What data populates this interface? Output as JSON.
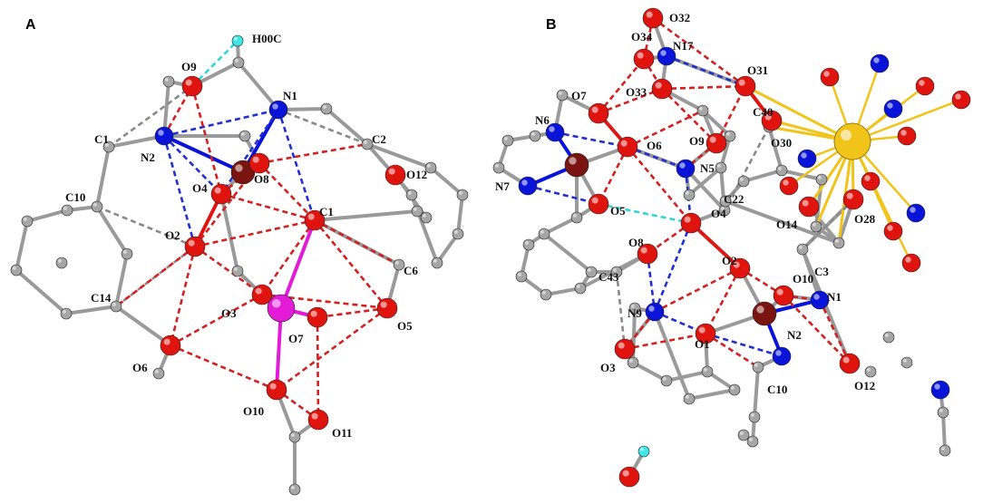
{
  "colors": {
    "carbon": "#a6a6a6",
    "nitrogen": "#0a14d8",
    "oxygen": "#e0140f",
    "metal": "#7a1410",
    "phosphorus": "#e21bd6",
    "hydrogen": "#3ee7e7",
    "gold": "#f0c419",
    "bond_gray": "#9a9a9a",
    "hb_red": "#d32020",
    "hb_blue": "#2230d0",
    "hb_gray": "#8a8a8a",
    "hb_cyan": "#30d6d6"
  },
  "panels": [
    {
      "label": "A",
      "atoms": [
        {
          "el": "H",
          "label": "H00C"
        },
        {
          "el": "C",
          "label": ""
        },
        {
          "el": "O",
          "label": "O9"
        },
        {
          "el": "N",
          "label": "N1"
        },
        {
          "el": "N",
          "label": "N2"
        },
        {
          "el": "C",
          "label": "C1"
        },
        {
          "el": "C",
          "label": "C2"
        },
        {
          "el": "C",
          "label": "C10"
        },
        {
          "el": "M",
          "label": ""
        },
        {
          "el": "O",
          "label": "O8"
        },
        {
          "el": "O",
          "label": "O4"
        },
        {
          "el": "O",
          "label": "O12"
        },
        {
          "el": "O",
          "label": "O2"
        },
        {
          "el": "O",
          "label": "C1"
        },
        {
          "el": "C",
          "label": "C6"
        },
        {
          "el": "C",
          "label": "C14"
        },
        {
          "el": "O",
          "label": "O3"
        },
        {
          "el": "P",
          "label": ""
        },
        {
          "el": "O",
          "label": "O7"
        },
        {
          "el": "O",
          "label": "O5"
        },
        {
          "el": "O",
          "label": "O6"
        },
        {
          "el": "O",
          "label": "O10"
        },
        {
          "el": "O",
          "label": "O11"
        },
        {
          "el": "C",
          "label": ""
        },
        {
          "el": "C",
          "label": ""
        },
        {
          "el": "C",
          "label": ""
        },
        {
          "el": "C",
          "label": ""
        },
        {
          "el": "C",
          "label": ""
        },
        {
          "el": "C",
          "label": ""
        },
        {
          "el": "C",
          "label": ""
        },
        {
          "el": "C",
          "label": ""
        },
        {
          "el": "C",
          "label": ""
        },
        {
          "el": "C",
          "label": ""
        },
        {
          "el": "C",
          "label": ""
        },
        {
          "el": "C",
          "label": ""
        },
        {
          "el": "C",
          "label": ""
        },
        {
          "el": "C",
          "label": ""
        },
        {
          "el": "C",
          "label": ""
        },
        {
          "el": "C",
          "label": ""
        },
        {
          "el": "C",
          "label": ""
        },
        {
          "el": "C",
          "label": ""
        },
        {
          "el": "C",
          "label": ""
        },
        {
          "el": "C",
          "label": ""
        }
      ]
    },
    {
      "label": "B",
      "atoms": [
        {
          "el": "O",
          "label": "O32"
        },
        {
          "el": "N",
          "label": "N17"
        },
        {
          "el": "O",
          "label": "O34"
        },
        {
          "el": "O",
          "label": "O31"
        },
        {
          "el": "O",
          "label": "O33"
        },
        {
          "el": "O",
          "label": "O7"
        },
        {
          "el": "N",
          "label": "N6"
        },
        {
          "el": "M",
          "label": ""
        },
        {
          "el": "O",
          "label": "O6"
        },
        {
          "el": "N",
          "label": "N5"
        },
        {
          "el": "O",
          "label": "O9"
        },
        {
          "el": "C",
          "label": "C40"
        },
        {
          "el": "O",
          "label": "O30"
        },
        {
          "el": "N",
          "label": "N7"
        },
        {
          "el": "O",
          "label": "O5"
        },
        {
          "el": "C",
          "label": "C22"
        },
        {
          "el": "O",
          "label": "O4"
        },
        {
          "el": "O",
          "label": "O8"
        },
        {
          "el": "O",
          "label": "O14"
        },
        {
          "el": "O",
          "label": "O28"
        },
        {
          "el": "C",
          "label": "C43"
        },
        {
          "el": "O",
          "label": "O2"
        },
        {
          "el": "O",
          "label": "O10"
        },
        {
          "el": "C",
          "label": "C3"
        },
        {
          "el": "N",
          "label": "N1"
        },
        {
          "el": "N",
          "label": "N9"
        },
        {
          "el": "M",
          "label": ""
        },
        {
          "el": "O",
          "label": "O1"
        },
        {
          "el": "N",
          "label": "N2"
        },
        {
          "el": "O",
          "label": "O3"
        },
        {
          "el": "C",
          "label": "C10"
        },
        {
          "el": "O",
          "label": "O12"
        },
        {
          "el": "G",
          "label": ""
        },
        {
          "el": "H",
          "label": ""
        },
        {
          "el": "N",
          "label": ""
        },
        {
          "el": "O",
          "label": ""
        }
      ]
    }
  ]
}
